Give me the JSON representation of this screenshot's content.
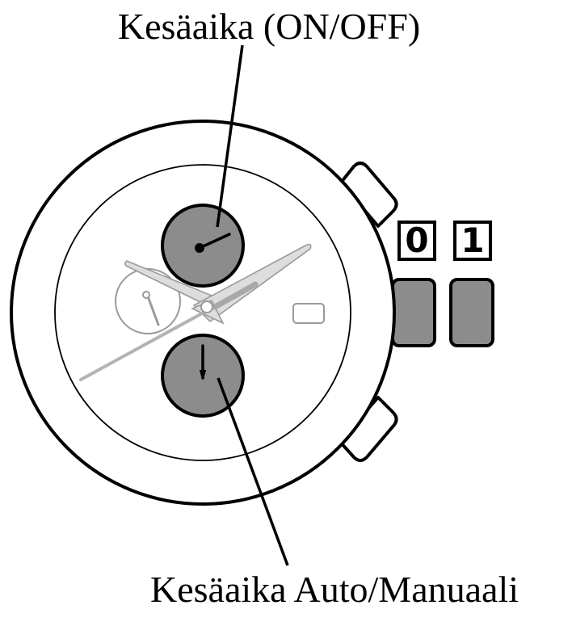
{
  "labels": {
    "top": "Kesäaika (ON/OFF)",
    "bottom": "Kesäaika Auto/Manuaali"
  },
  "crown_positions": [
    "0",
    "1"
  ],
  "colors": {
    "subdial_fill": "#8c8c8c",
    "hand_light": "#c8c8c8",
    "outline": "#000000",
    "background": "#ffffff"
  }
}
